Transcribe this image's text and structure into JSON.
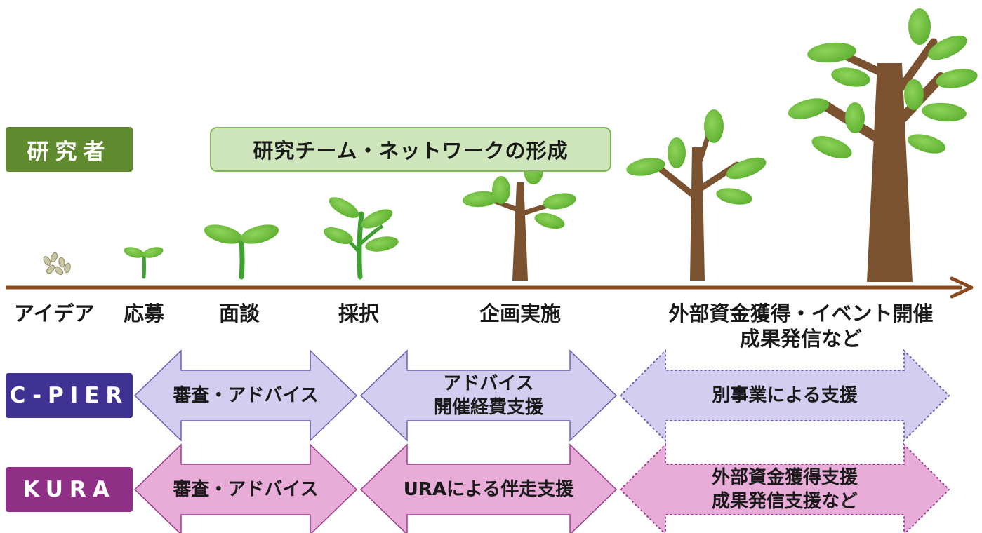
{
  "colors": {
    "researcher": "#5f8a2e",
    "cpier": "#3f3292",
    "kura": "#8f2f86",
    "cpier_arrow_fill": "#d3cdef",
    "cpier_arrow_stroke": "#6b5fb5",
    "kura_arrow_fill": "#e8acd9",
    "kura_arrow_stroke": "#9b3f8f",
    "timeline": "#8b4a1c",
    "leaf": "#6cbf3f",
    "trunk": "#7a5230"
  },
  "rows": {
    "researcher": "研究者",
    "cpier": "C-PIER",
    "kura": "KURA"
  },
  "team_banner": "研究チーム・ネットワークの形成",
  "stages": [
    {
      "label": "アイデア"
    },
    {
      "label": "応募"
    },
    {
      "label": "面談"
    },
    {
      "label": "採択"
    },
    {
      "label": "企画実施"
    },
    {
      "label": "外部資金獲得・イベント開催"
    },
    {
      "label": "成果発信など"
    }
  ],
  "cpier_arrows": [
    {
      "lines": [
        "審査・アドバイス"
      ]
    },
    {
      "lines": [
        "アドバイス",
        "開催経費支援"
      ]
    },
    {
      "lines": [
        "別事業による支援"
      ]
    }
  ],
  "kura_arrows": [
    {
      "lines": [
        "審査・アドバイス"
      ]
    },
    {
      "lines": [
        "URAによる伴走支援"
      ]
    },
    {
      "lines": [
        "外部資金獲得支援",
        "成果発信支援など"
      ]
    }
  ],
  "icons": [
    "seed-icon",
    "sprout-icon",
    "seedling-icon",
    "young-plant-icon",
    "small-tree-icon",
    "medium-tree-icon",
    "large-tree-icon"
  ]
}
